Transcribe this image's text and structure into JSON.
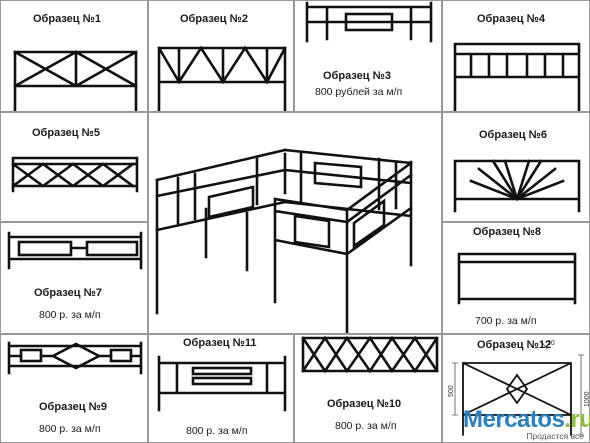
{
  "samples": [
    {
      "id": "s1",
      "label": "Образец №1",
      "price": ""
    },
    {
      "id": "s2",
      "label": "Образец №2",
      "price": ""
    },
    {
      "id": "s3",
      "label": "Образец №3",
      "price": "800 рублей за м/п"
    },
    {
      "id": "s4",
      "label": "Образец №4",
      "price": ""
    },
    {
      "id": "s5",
      "label": "Образец №5",
      "price": ""
    },
    {
      "id": "s6",
      "label": "Образец №6",
      "price": ""
    },
    {
      "id": "s7",
      "label": "Образец №7",
      "price": "800 р. за м/п"
    },
    {
      "id": "s8",
      "label": "Образец №8",
      "price": "700 р. за м/п"
    },
    {
      "id": "s9",
      "label": "Образец №9",
      "price": "800 р. за м/п"
    },
    {
      "id": "s10",
      "label": "Образец №10",
      "price": "800 р. за м/п"
    },
    {
      "id": "s11",
      "label": "Образец №11",
      "price": "800 р. за м/п"
    },
    {
      "id": "s12",
      "label": "Образец №12",
      "price": ""
    }
  ],
  "drawing": {
    "dim_top": "20",
    "dim_left": "500",
    "dim_right": "1000"
  },
  "watermark": {
    "brand_main": "Mercatos",
    "brand_tld": ".ru",
    "tagline": "Продастся всё"
  },
  "colors": {
    "metal": "#111111",
    "border": "#9a9a9a",
    "brand_blue": "#2a7fc1",
    "brand_green": "#8fbf3f"
  }
}
